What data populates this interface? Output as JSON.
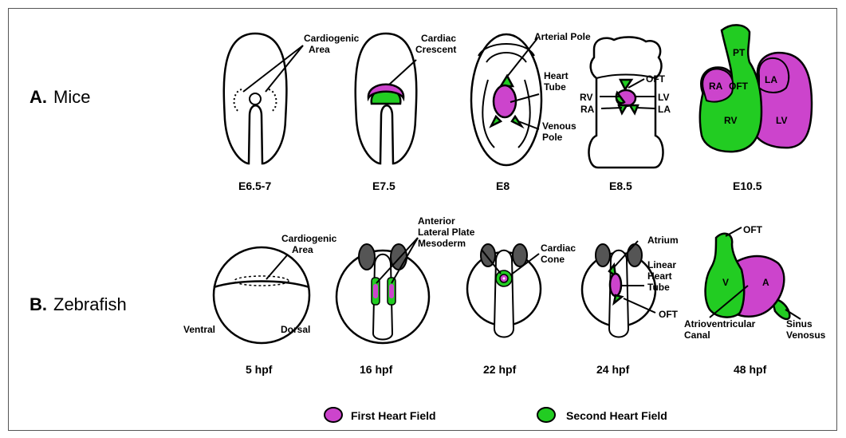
{
  "rows": {
    "mice": {
      "letter": "A.",
      "name": "Mice"
    },
    "zebrafish": {
      "letter": "B.",
      "name": "Zebrafish"
    }
  },
  "mice_stages": [
    "E6.5-7",
    "E7.5",
    "E8",
    "E8.5",
    "E10.5"
  ],
  "zebrafish_stages": [
    "5 hpf",
    "16 hpf",
    "22 hpf",
    "24 hpf",
    "48 hpf"
  ],
  "labels": {
    "cardiogenic_area_1": "Cardiogenic",
    "cardiogenic_area_2": "Area",
    "cardiac_crescent_1": "Cardiac",
    "cardiac_crescent_2": "Crescent",
    "arterial_pole": "Arterial Pole",
    "heart_tube_1": "Heart",
    "heart_tube_2": "Tube",
    "venous_pole_1": "Venous",
    "venous_pole_2": "Pole",
    "oft": "OFT",
    "rv": "RV",
    "lv": "LV",
    "ra": "RA",
    "la": "LA",
    "pt": "PT",
    "zf_cardiogenic_1": "Cardiogenic",
    "zf_cardiogenic_2": "Area",
    "ventral": "Ventral",
    "dorsal": "Dorsal",
    "alpm_1": "Anterior",
    "alpm_2": "Lateral Plate",
    "alpm_3": "Mesoderm",
    "cardiac_cone_1": "Cardiac",
    "cardiac_cone_2": "Cone",
    "atrium": "Atrium",
    "linear_tube_1": "Linear",
    "linear_tube_2": "Heart",
    "linear_tube_3": "Tube",
    "zf_oft": "OFT",
    "v": "V",
    "a": "A",
    "avc_1": "Atrioventricular",
    "avc_2": "Canal",
    "sinus_1": "Sinus",
    "sinus_2": "Venosus"
  },
  "legend": {
    "first": {
      "label": "First Heart Field",
      "color": "#cc44cc"
    },
    "second": {
      "label": "Second Heart Field",
      "color": "#22cc22"
    }
  }
}
